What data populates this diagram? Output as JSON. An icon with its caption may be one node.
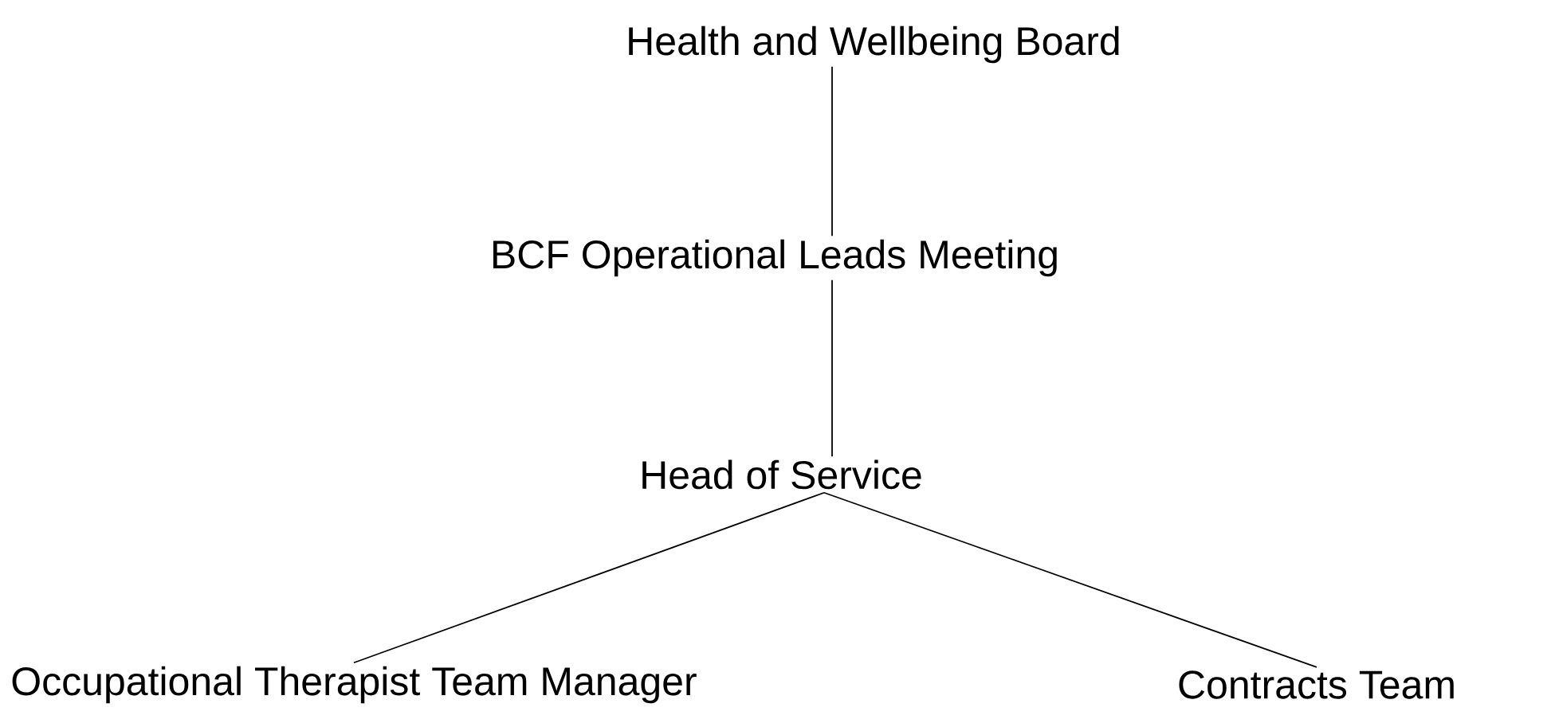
{
  "diagram": {
    "nodes": [
      {
        "text": [
          "Health and Wellbeing Board"
        ]
      },
      {
        "text": [
          "BCF Operational Leads Meeting"
        ]
      },
      {
        "text": [
          "Head of Service"
        ]
      },
      {
        "text": [
          "Occupational Therapist Team Manager"
        ]
      },
      {
        "text": [
          "Contracts Team"
        ]
      }
    ],
    "edges": [
      {
        "from": 0,
        "to": 1,
        "arrow": "none"
      },
      {
        "from": 1,
        "to": 2,
        "arrow": "none"
      },
      {
        "from": 2,
        "to": 3,
        "arrow": "none"
      },
      {
        "from": 2,
        "to": 4,
        "arrow": "none"
      }
    ]
  }
}
